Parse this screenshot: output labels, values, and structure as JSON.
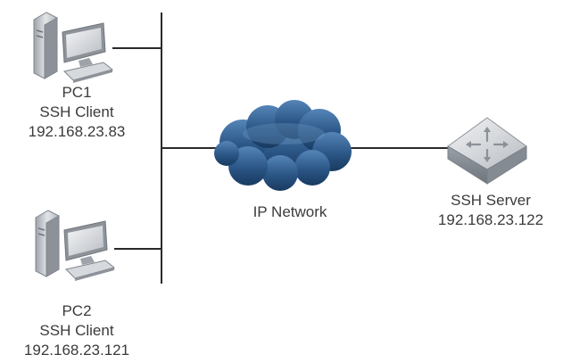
{
  "nodes": {
    "pc1": {
      "name": "PC1",
      "role": "SSH Client",
      "ip": "192.168.23.83",
      "icon": "desktop-pc-icon"
    },
    "pc2": {
      "name": "PC2",
      "role": "SSH Client",
      "ip": "192.168.23.121",
      "icon": "desktop-pc-icon"
    },
    "network": {
      "name": "IP Network",
      "icon": "cloud-icon"
    },
    "server": {
      "role": "SSH Server",
      "ip": "192.168.23.122",
      "icon": "switch-router-icon"
    }
  },
  "colors": {
    "line": "#2a2a2a",
    "cloud_dark": "#1f3f66",
    "cloud_light": "#4a78a8",
    "device_body": "#c9ccd1",
    "device_edge": "#8e939a",
    "text": "#3b3b3b"
  }
}
